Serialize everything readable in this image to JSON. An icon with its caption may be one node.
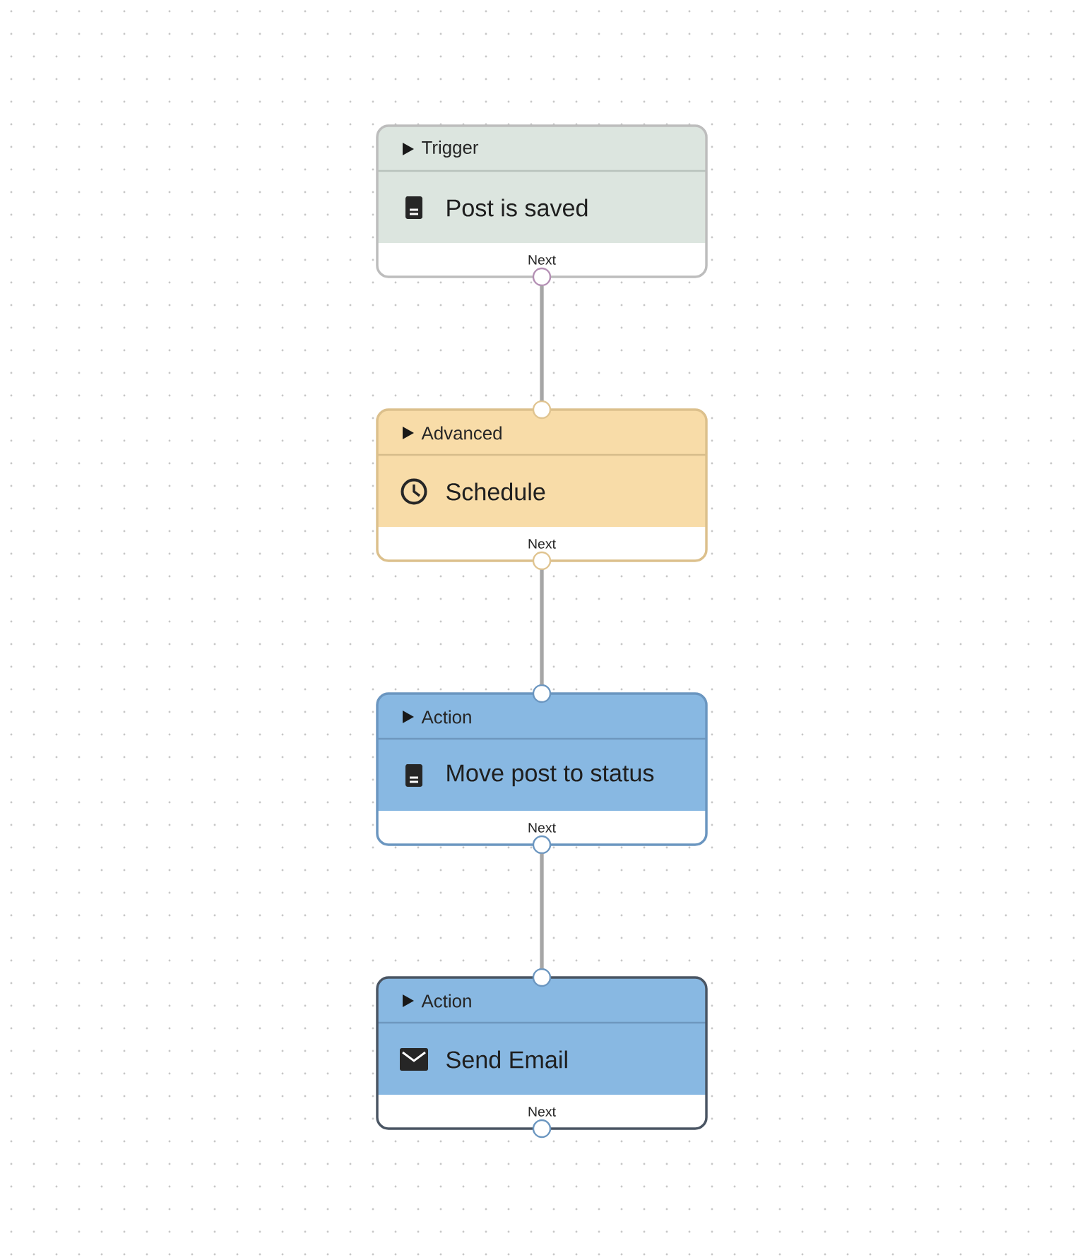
{
  "diagram": {
    "nodes": [
      {
        "text": [
          "Trigger",
          "Post is saved",
          "Next"
        ]
      },
      {
        "text": [
          "Advanced",
          "Schedule",
          "Next"
        ]
      },
      {
        "text": [
          "Action",
          "Move post to status",
          "Next"
        ]
      },
      {
        "text": [
          "Action",
          "Send Email",
          "Next"
        ]
      }
    ],
    "edges": [
      {
        "from": 0,
        "to": 1,
        "arrow": "none"
      },
      {
        "from": 1,
        "to": 2,
        "arrow": "none"
      },
      {
        "from": 2,
        "to": 3,
        "arrow": "none"
      }
    ]
  }
}
